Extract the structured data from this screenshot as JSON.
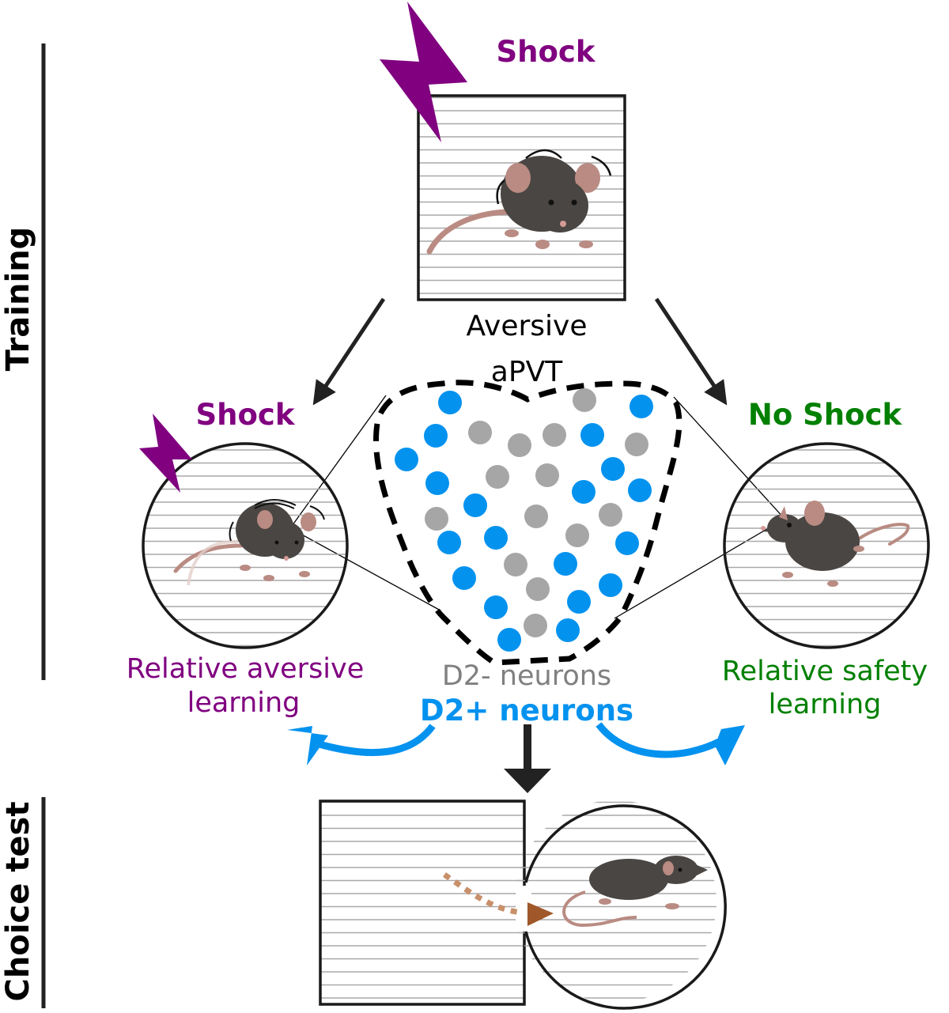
{
  "section_labels": {
    "training": "Training",
    "choice_test": "Choice test"
  },
  "top": {
    "shock_label": "Shock",
    "context_label": "Aversive"
  },
  "region": {
    "label": "aPVT",
    "legend_d2_minus": "D2- neurons",
    "legend_d2_plus": "D2+ neurons",
    "d2_plus_count": 20,
    "d2_minus_count": 14
  },
  "left_branch": {
    "header": "Shock",
    "outcome_line1": "Relative aversive",
    "outcome_line2": "learning"
  },
  "right_branch": {
    "header": "No Shock",
    "outcome_line1": "Relative safety",
    "outcome_line2": "learning"
  },
  "colors": {
    "shock_purple": "#800080",
    "safety_green": "#008000",
    "d2_plus_blue": "#0492ef",
    "d2_minus_grey": "#a6a6a6",
    "d2_minus_text": "#808080",
    "path_brown": "#a0582a",
    "mouse_body": "#4a4643",
    "mouse_skin": "#b98b82"
  }
}
